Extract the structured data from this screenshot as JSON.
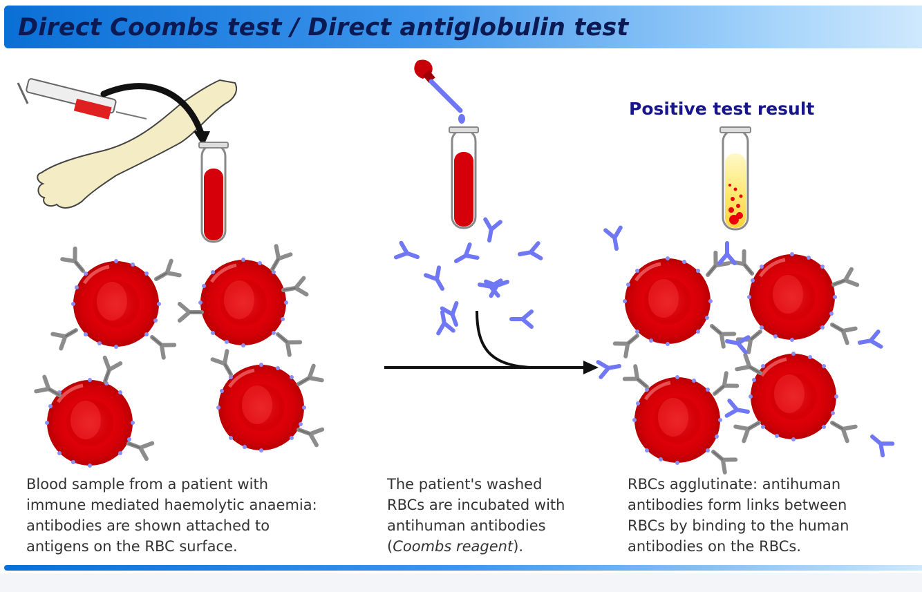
{
  "title": "Direct Coombs test / Direct antiglobulin test",
  "result_label": "Positive test result",
  "captions": {
    "left": [
      "Blood sample from a patient with",
      "immune mediated haemolytic anaemia:",
      "antibodies are shown attached to",
      "antigens on the RBC surface."
    ],
    "middle": [
      "The patient's washed",
      "RBCs are incubated with",
      "antihuman antibodies"
    ],
    "middle_last": {
      "open": "(",
      "italic": "Coombs reagent",
      "close": ")."
    },
    "right": [
      "RBCs agglutinate: antihuman",
      "antibodies form links between",
      "RBCs by binding to the human",
      "antibodies on the RBCs."
    ]
  },
  "colors": {
    "title_text": "#0b1a52",
    "title_bar_start": "#0a6fd6",
    "title_bar_end": "#cfe8fd",
    "rbc": "#e8000a",
    "blood": "#d6000a",
    "human_antibody": "#8a8a8a",
    "antihuman_antibody": "#6f76f2",
    "result_label": "#17168a",
    "arm": "#f3ecc4"
  }
}
